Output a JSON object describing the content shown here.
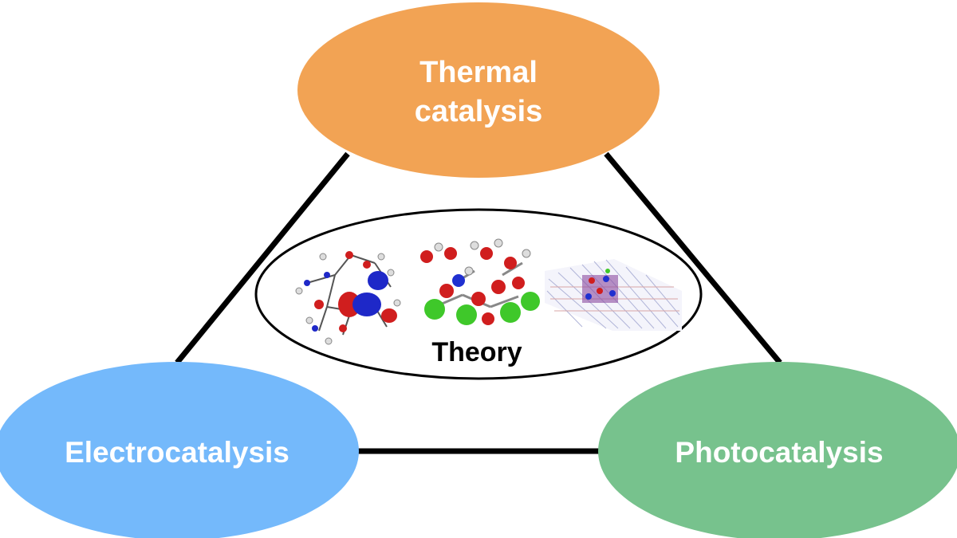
{
  "nodes": {
    "thermal": {
      "lines": [
        "Thermal",
        "catalysis"
      ],
      "color": "#f2a354"
    },
    "electro": {
      "label": "Electrocatalysis",
      "color": "#74b9fb"
    },
    "photo": {
      "label": "Photocatalysis",
      "color": "#77c28d"
    },
    "theory": {
      "label": "Theory"
    }
  },
  "images": [
    {
      "icon": "molecular-orbital-structure"
    },
    {
      "icon": "ball-and-stick-surface-model"
    },
    {
      "icon": "periodic-slab-model"
    }
  ],
  "colors": {
    "edge": "#000000",
    "label_text": "#ffffff",
    "theory_text": "#000000"
  }
}
